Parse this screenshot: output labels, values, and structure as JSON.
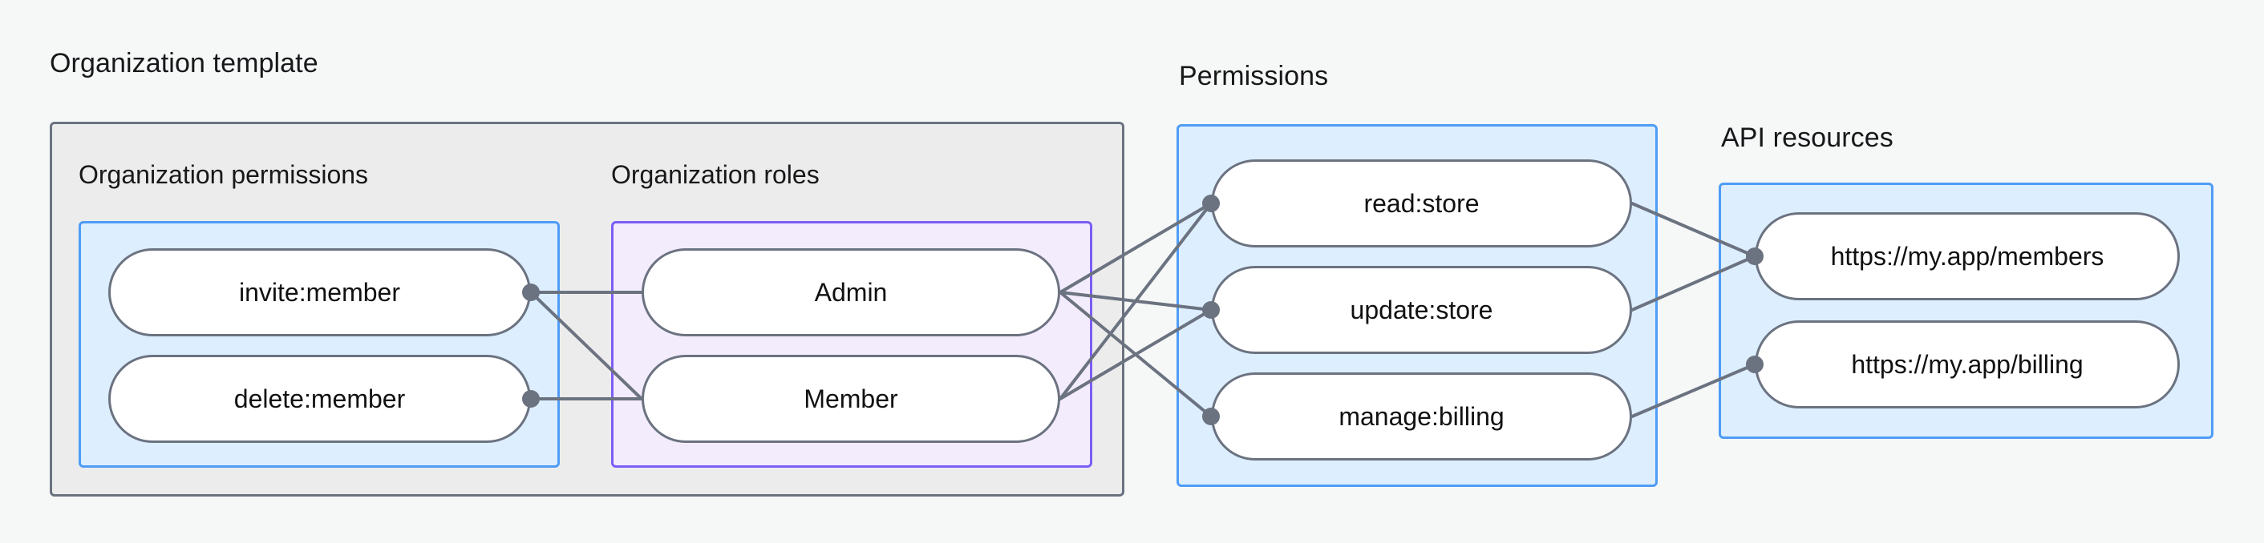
{
  "diagram": {
    "title_groups": [
      {
        "id": "org-template",
        "label": "Organization template"
      },
      {
        "id": "permissions",
        "label": "Permissions"
      },
      {
        "id": "api-resources",
        "label": "API resources"
      }
    ],
    "sub_groups": [
      {
        "id": "org-permissions",
        "label": "Organization permissions"
      },
      {
        "id": "org-roles",
        "label": "Organization roles"
      }
    ],
    "nodes": {
      "org_permissions": [
        {
          "id": "invite-member",
          "label": "invite:member"
        },
        {
          "id": "delete-member",
          "label": "delete:member"
        }
      ],
      "org_roles": [
        {
          "id": "admin",
          "label": "Admin"
        },
        {
          "id": "member",
          "label": "Member"
        }
      ],
      "permissions": [
        {
          "id": "read-store",
          "label": "read:store"
        },
        {
          "id": "update-store",
          "label": "update:store"
        },
        {
          "id": "manage-billing",
          "label": "manage:billing"
        }
      ],
      "api_resources": [
        {
          "id": "members-url",
          "label": "https://my.app/members"
        },
        {
          "id": "billing-url",
          "label": "https://my.app/billing"
        }
      ]
    },
    "edges": [
      {
        "from": "invite-member",
        "to": "admin"
      },
      {
        "from": "invite-member",
        "to": "member"
      },
      {
        "from": "delete-member",
        "to": "member"
      },
      {
        "from": "admin",
        "to": "read-store"
      },
      {
        "from": "admin",
        "to": "update-store"
      },
      {
        "from": "admin",
        "to": "manage-billing"
      },
      {
        "from": "member",
        "to": "read-store"
      },
      {
        "from": "member",
        "to": "update-store"
      },
      {
        "from": "read-store",
        "to": "members-url"
      },
      {
        "from": "update-store",
        "to": "members-url"
      },
      {
        "from": "manage-billing",
        "to": "billing-url"
      }
    ],
    "colors": {
      "canvas_background": "#f6f8f8",
      "outer_group_fill": "#ececec",
      "outer_group_border": "#6b7280",
      "blue_fill": "#ddeeff",
      "blue_border": "#4f9cf5",
      "purple_fill": "#f3ecfd",
      "purple_border": "#7c5df5",
      "node_fill": "#ffffff",
      "node_border": "#6b7280",
      "edge_line": "#6b7280",
      "port_dot": "#6b7280",
      "text": "#18181b"
    }
  }
}
